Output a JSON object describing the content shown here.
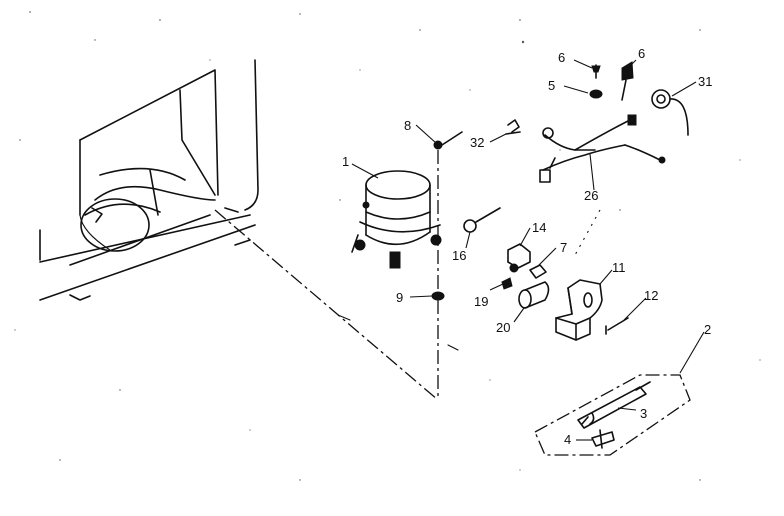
{
  "diagram": {
    "callouts": {
      "c1": "1",
      "c2": "2",
      "c3": "3",
      "c4": "4",
      "c5": "5",
      "c6a": "6",
      "c6b": "6",
      "c7": "7",
      "c8": "8",
      "c9": "9",
      "c11": "11",
      "c12": "12",
      "c14": "14",
      "c16": "16",
      "c19": "19",
      "c20": "20",
      "c26": "26",
      "c31": "31",
      "c32": "32"
    }
  }
}
